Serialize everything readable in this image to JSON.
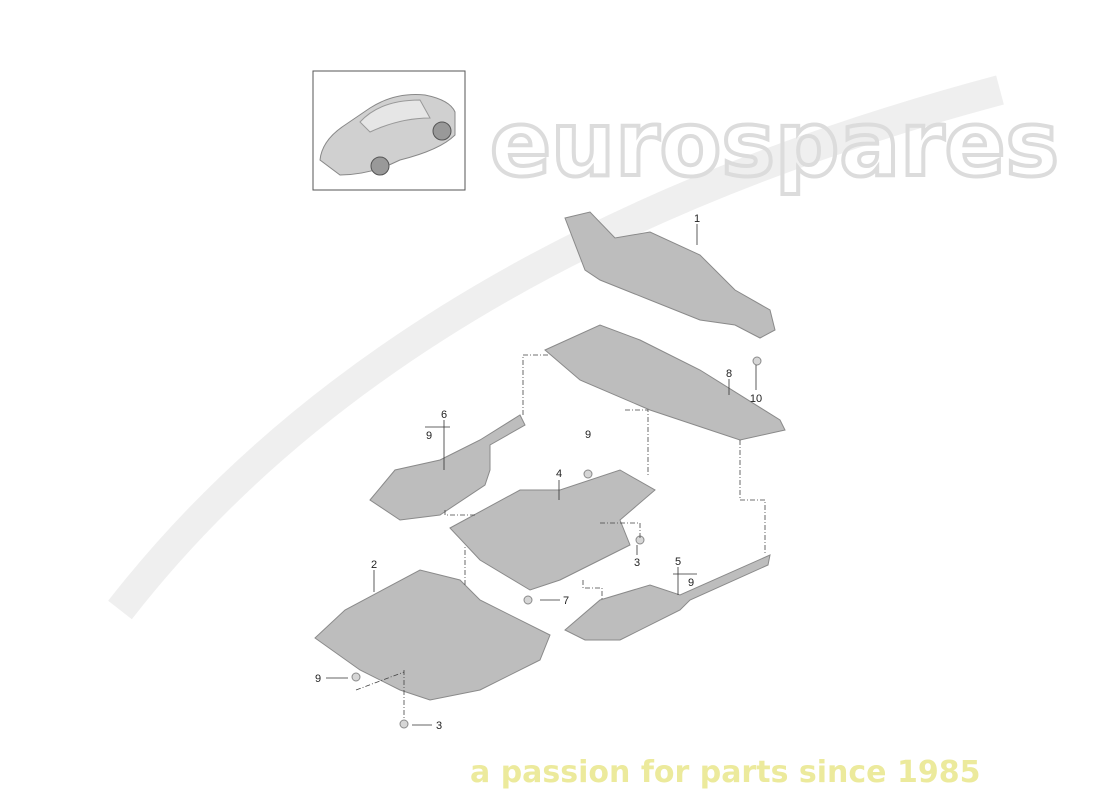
{
  "watermark": {
    "brand": "eurospares",
    "tagline": "a passion for parts since 1985",
    "brand_color": "#e6e6e6",
    "tagline_color": "#f2f0a8"
  },
  "thumbnail": {
    "icon": "car-overview-icon"
  },
  "callouts": [
    {
      "id": "1",
      "label": "1"
    },
    {
      "id": "8",
      "label": "8"
    },
    {
      "id": "10",
      "label": "10"
    },
    {
      "id": "6",
      "label": "6"
    },
    {
      "id": "9a",
      "label": "9"
    },
    {
      "id": "9b",
      "label": "9"
    },
    {
      "id": "4",
      "label": "4"
    },
    {
      "id": "3a",
      "label": "3"
    },
    {
      "id": "2",
      "label": "2"
    },
    {
      "id": "7",
      "label": "7"
    },
    {
      "id": "5",
      "label": "5"
    },
    {
      "id": "9c",
      "label": "9"
    },
    {
      "id": "9d",
      "label": "9"
    },
    {
      "id": "3b",
      "label": "3"
    }
  ]
}
